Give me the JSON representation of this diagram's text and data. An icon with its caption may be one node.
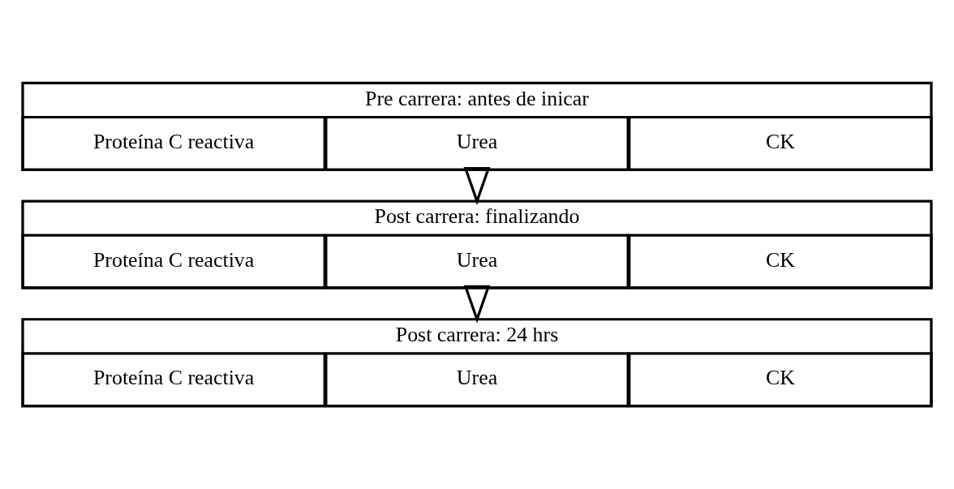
{
  "diagram": {
    "nodes": [
      {
        "text": [
          "Pre carrera: antes de inicar"
        ]
      },
      {
        "text": [
          "CK"
        ],
        "in": 0
      },
      {
        "text": [
          "Urea"
        ],
        "in": 0
      },
      {
        "text": [
          "Proteína C reactiva"
        ],
        "in": 0
      },
      {
        "text": [
          "Post carrera: finalizando"
        ]
      },
      {
        "text": [
          "CK"
        ],
        "in": 4
      },
      {
        "text": [
          "Urea"
        ],
        "in": 4
      },
      {
        "text": [
          "Proteína C reactiva"
        ],
        "in": 4
      },
      {
        "text": [
          "Post carrera: 24 hrs"
        ]
      },
      {
        "text": [
          "CK"
        ],
        "in": 8
      },
      {
        "text": [
          "Urea"
        ],
        "in": 8
      },
      {
        "text": [
          "Proteína C reactiva"
        ],
        "in": 8
      }
    ],
    "edges": [
      {
        "from": 0,
        "to": 4,
        "arrow": "to"
      },
      {
        "from": 4,
        "to": 8,
        "arrow": "to"
      }
    ]
  }
}
